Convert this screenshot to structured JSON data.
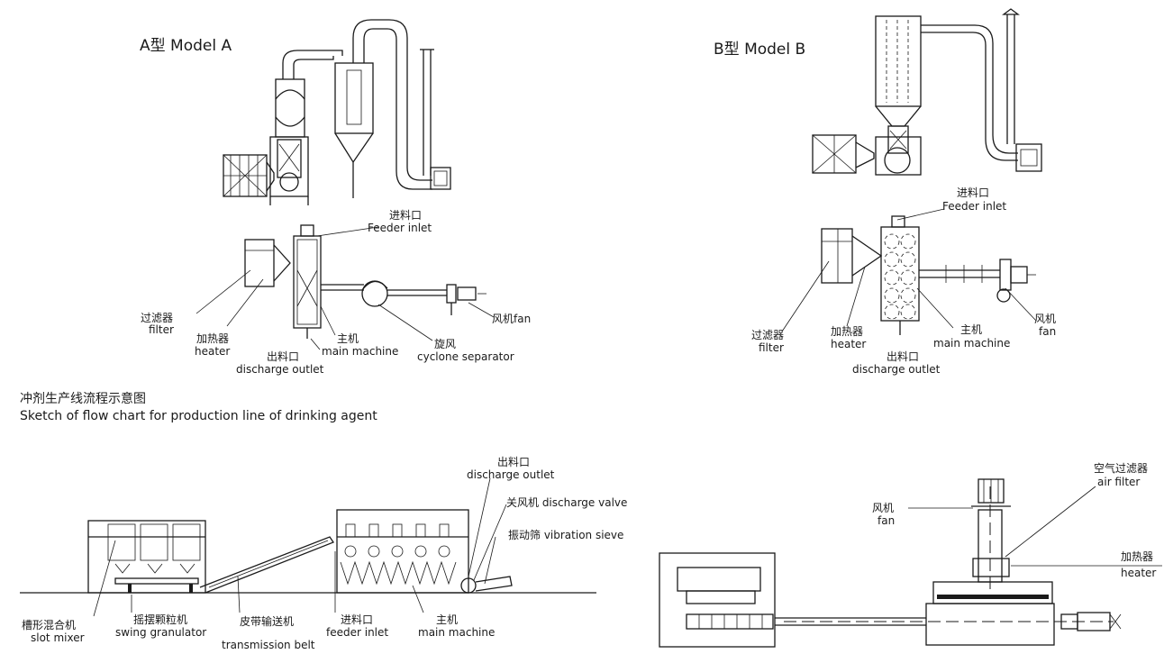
{
  "model_a": {
    "title": "A型 Model A",
    "labels": {
      "feeder_inlet_cn": "进料口",
      "feeder_inlet_en": "Feeder inlet",
      "filter_cn": "过滤器",
      "filter_en": "filter",
      "heater_cn": "加热器",
      "heater_en": "heater",
      "discharge_outlet_cn": "出料口",
      "discharge_outlet_en": "discharge outlet",
      "main_machine_cn": "主机",
      "main_machine_en": "main machine",
      "cyclone_cn": "旋风",
      "cyclone_en": "cyclone separator",
      "fan": "风机fan"
    }
  },
  "model_b": {
    "title": "B型 Model B",
    "labels": {
      "feeder_inlet_cn": "进料口",
      "feeder_inlet_en": "Feeder inlet",
      "filter_cn": "过滤器",
      "filter_en": "filter",
      "heater_cn": "加热器",
      "heater_en": "heater",
      "main_machine_cn": "主机",
      "main_machine_en": "main machine",
      "fan_cn": "风机",
      "fan_en": "fan",
      "discharge_outlet_cn": "出料口",
      "discharge_outlet_en": "discharge outlet"
    }
  },
  "flow_chart": {
    "caption_cn": "冲剂生产线流程示意图",
    "caption_en": "Sketch of flow chart for production line of drinking agent",
    "labels": {
      "discharge_outlet_cn": "出料口",
      "discharge_outlet_en": "discharge outlet",
      "discharge_valve": "关风机  discharge valve",
      "vibration_sieve": "振动筛  vibration sieve",
      "slot_mixer_cn": "槽形混合机",
      "slot_mixer_en": "slot mixer",
      "swing_granulator_cn": "摇摆颗粒机",
      "swing_granulator_en": "swing granulator",
      "belt_cn": "皮带输送机",
      "belt_en": "transmission belt",
      "feeder_inlet_cn": "进料口",
      "feeder_inlet_en": "feeder inlet",
      "main_machine_cn": "主机",
      "main_machine_en": "main machine"
    }
  },
  "side_view": {
    "labels": {
      "air_filter_cn": "空气过滤器",
      "air_filter_en": "air filter",
      "fan_cn": "风机",
      "fan_en": "fan",
      "heater_cn": "加热器",
      "heater_en": "heater"
    }
  }
}
